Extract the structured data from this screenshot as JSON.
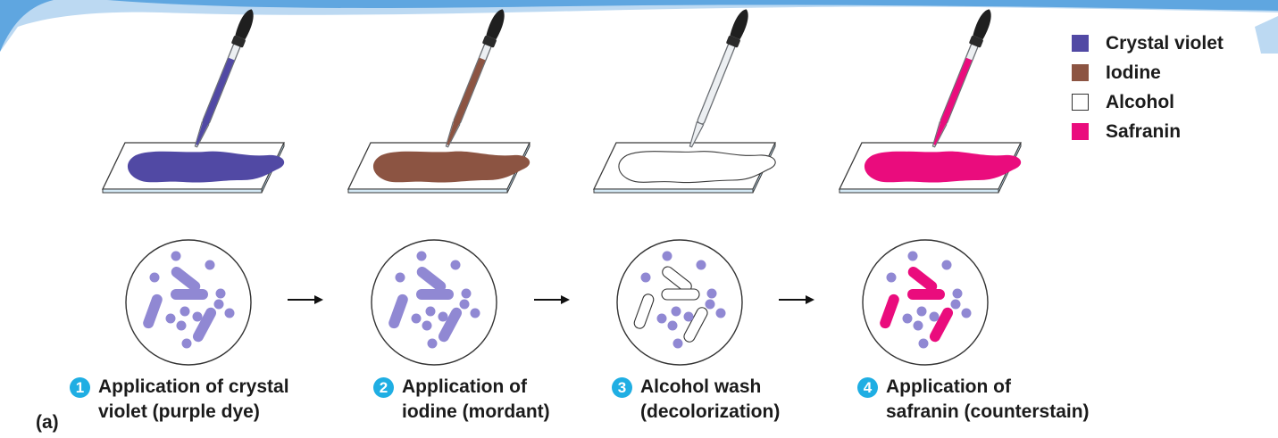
{
  "legend": [
    {
      "label": "Crystal violet",
      "color": "#5149a4"
    },
    {
      "label": "Iodine",
      "color": "#8c5442"
    },
    {
      "label": "Alcohol",
      "color": "#ffffff"
    },
    {
      "label": "Safranin",
      "color": "#ea0c7d"
    }
  ],
  "colors": {
    "crystal_violet": "#5149a4",
    "iodine": "#8c5442",
    "safranin": "#ea0c7d",
    "cell_purple": "#9088d3",
    "badge": "#1faee3",
    "banner": "#5fa6e0"
  },
  "steps": [
    {
      "number": "1",
      "line1": "Application of crystal",
      "line2": "violet (purple dye)"
    },
    {
      "number": "2",
      "line1": "Application of",
      "line2": "iodine (mordant)"
    },
    {
      "number": "3",
      "line1": "Alcohol wash",
      "line2": "(decolorization)"
    },
    {
      "number": "4",
      "line1": "Application of",
      "line2": "safranin (counterstain)"
    }
  ],
  "panel_label": "(a)"
}
